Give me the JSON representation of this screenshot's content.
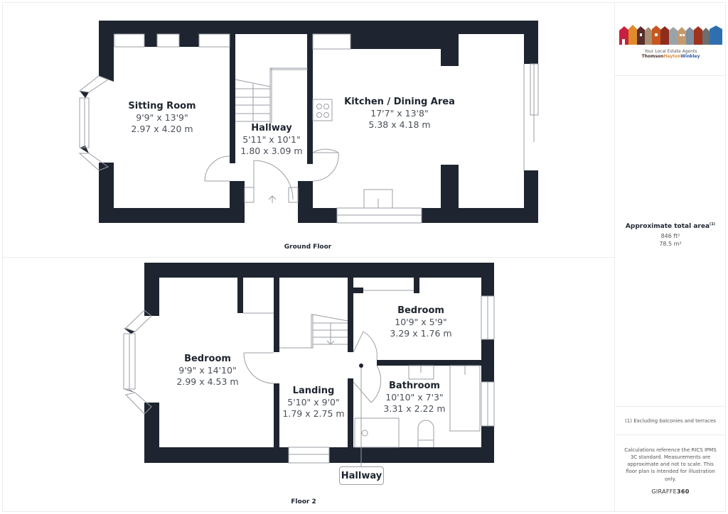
{
  "brand": {
    "tagline_prefix": "Your Local Estate Agents",
    "name_part1": "Thomson",
    "name_part2": "Hayton",
    "name_part3": "Winkley",
    "logo_colors": [
      "#c8203f",
      "#e08b2b",
      "#5a2e2a",
      "#a88f74",
      "#c8561f",
      "#8e2d1e",
      "#9aa4a8",
      "#c79a6e",
      "#7d8fa0",
      "#a0321e",
      "#6c6f6d",
      "#2f6fb0"
    ]
  },
  "area": {
    "title": "Approximate total area",
    "footnote_marker": "(1)",
    "sqft": "846 ft²",
    "sqm": "78.5 m²"
  },
  "footnote": "(1) Excluding balconies and terraces",
  "disclaimer": "Calculations reference the RICS IPMS 3C standard. Measurements are approximate and not to scale. This floor plan is intended for illustration only.",
  "credit": {
    "part1": "GIRAFFE",
    "part2": "360"
  },
  "colors": {
    "wall": "#1e2530",
    "line": "#9a9ea5",
    "background": "#ffffff"
  },
  "floors": [
    {
      "title": "Ground Floor",
      "rooms": [
        {
          "name": "Sitting Room",
          "imperial": "9'9\" x 13'9\"",
          "metric": "2.97 x 4.20 m"
        },
        {
          "name": "Hallway",
          "imperial": "5'11\" x 10'1\"",
          "metric": "1.80 x 3.09 m"
        },
        {
          "name": "Kitchen / Dining Area",
          "imperial": "17'7\" x 13'8\"",
          "metric": "5.38 x 4.18 m"
        }
      ]
    },
    {
      "title": "Floor 2",
      "rooms": [
        {
          "name": "Bedroom",
          "imperial": "9'9\" x 14'10\"",
          "metric": "2.99 x 4.53 m"
        },
        {
          "name": "Landing",
          "imperial": "5'10\" x 9'0\"",
          "metric": "1.79 x 2.75 m"
        },
        {
          "name": "Bedroom",
          "imperial": "10'9\" x 5'9\"",
          "metric": "3.29 x 1.76 m"
        },
        {
          "name": "Bathroom",
          "imperial": "10'10\" x 7'3\"",
          "metric": "3.31 x 2.22 m"
        }
      ],
      "callout": "Hallway"
    }
  ]
}
